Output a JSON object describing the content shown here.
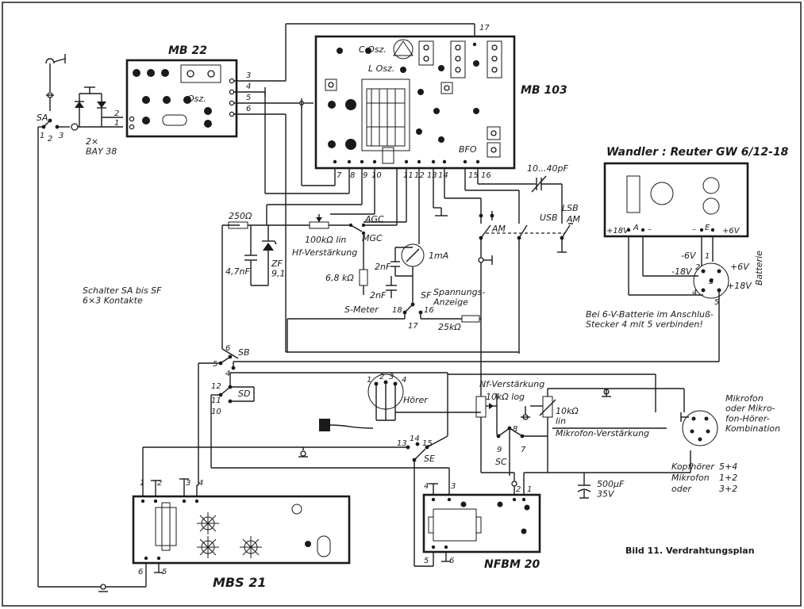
{
  "modules": {
    "mb22": "MB 22",
    "mb22_osz": "Osz.",
    "mb103": "MB 103",
    "mb103_cosz": "C Osz.",
    "mb103_losz": "L Osz.",
    "mb103_bfo": "BFO",
    "mbs21": "MBS 21",
    "nfbm20": "NFBM 20",
    "converter_title": "Wandler : Reuter GW 6/12-18"
  },
  "pins": {
    "mb22_right": [
      "3",
      "4",
      "5",
      "6"
    ],
    "mb22_left": [
      "2",
      "1"
    ],
    "mb103_bottom": [
      "7",
      "8",
      "9",
      "10",
      "11",
      "12",
      "13",
      "14",
      "15",
      "16"
    ],
    "mb103_top": "17",
    "mbs21_top": [
      "1",
      "2",
      "3",
      "4"
    ],
    "mbs21_bottom": [
      "6",
      "5"
    ],
    "nfbm_top": [
      "4",
      "3",
      "2",
      "1"
    ],
    "nfbm_bottom": [
      "5",
      "6"
    ],
    "converter": [
      "+18V",
      "A",
      "–",
      "–",
      "E",
      "+6V"
    ],
    "plug_pins": [
      "1",
      "2",
      "3",
      "4",
      "5"
    ],
    "horer_pins": [
      "1",
      "2",
      "3",
      "4"
    ]
  },
  "switches": {
    "sa": "SA",
    "sa_pins": [
      "1",
      "2",
      "3"
    ],
    "sb": "SB",
    "sb_pins": [
      "6",
      "5",
      "4"
    ],
    "sd": "SD",
    "sd_pins": [
      "12",
      "11",
      "10"
    ],
    "sf": "SF",
    "sf_pins": [
      "18",
      "17",
      "16"
    ],
    "se": "SE",
    "se_pins": [
      "13",
      "14",
      "15"
    ],
    "sc": "SC",
    "sc_pins": [
      "8",
      "9",
      "7"
    ],
    "am": "AM",
    "usb": "USB",
    "lsb": "LSB",
    "am2": "AM"
  },
  "components": {
    "diodes": "2×\nBAY 38",
    "r250": "250Ω",
    "c47": "4,7nF",
    "zf": "ZF\n9,1",
    "pot100k": "100kΩ lin",
    "hf": "Hf-Verstärkung",
    "agc": "AGC",
    "mgc": "MGC",
    "r68k": "6,8 kΩ",
    "c2nf_a": "2nF",
    "c2nf_b": "2nF",
    "meter": "1mA",
    "smeter": "S-Meter",
    "spannung": "Spannungs-\nAnzeige",
    "r25k": "25kΩ",
    "trim": "10...40pF",
    "horer": "Hörer",
    "nf": "Nf-Verstärkung",
    "pot10klog": "10kΩ log",
    "pot10klin": "10kΩ\nlin",
    "mic_gain": "Mikrofon-Verstärkung",
    "cap500": "500µF\n35V",
    "mic_combo": "Mikrofon\noder Mikro-\nfon-Hörer-\nKombination",
    "battery": "Batterie",
    "minus6": "-6V",
    "plus6": "+6V",
    "minus18": "-18V",
    "plus18": "+18V"
  },
  "notes": {
    "switch_note": "Schalter SA bis SF\n6×3 Kontakte",
    "battery_note": "Bei 6-V-Batterie im Anschluß-\nStecker 4 mit 5 verbinden!",
    "headphone_map": [
      {
        "label": "Kopfhörer",
        "pins": "5+4"
      },
      {
        "label": "Mikrofon",
        "pins": "1+2"
      },
      {
        "label": "oder",
        "pins": "3+2"
      }
    ],
    "caption": "Bild 11. Verdrahtungsplan"
  }
}
